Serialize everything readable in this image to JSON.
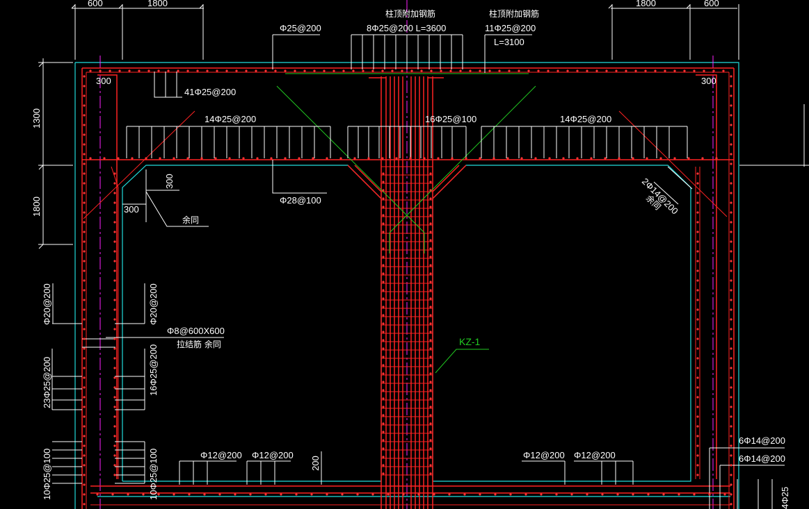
{
  "drawing": {
    "dimensions": {
      "top_left_600": "600",
      "top_left_1800": "1800",
      "top_right_1800": "1800",
      "top_right_600": "600",
      "left_1300": "1300",
      "left_1800": "1800",
      "cover_300_left": "300",
      "cover_300_right": "300",
      "haunch_300_v": "300",
      "haunch_300_h": "300",
      "slab_200": "200"
    },
    "notes": {
      "col_top_add_bar_1": "柱顶附加钢筋",
      "col_top_add_bar_2": "柱顶附加钢筋",
      "top_main": "Φ25@200",
      "top_center": "8Φ25@200 L=3600",
      "top_right_a": "11Φ25@200",
      "top_right_b": "L=3100",
      "top_41": "41Φ25@200",
      "mid_left": "14Φ25@200",
      "mid_center": "16Φ25@100",
      "mid_right": "14Φ25@200",
      "haunch_bar": "Φ28@100",
      "haunch_same": "余同",
      "diag_label": "2Φ14@200",
      "diag_same": "余同",
      "wall_left_a": "Φ20@200",
      "wall_left_b": "Φ20@200",
      "tie_bar": "Φ8@600X600",
      "tie_bar_note": "拉结筋 余同",
      "wall_23": "23Φ25@200",
      "wall_16": "16Φ25@200",
      "wall_10a": "10Φ25@100",
      "wall_10b": "10Φ25@100",
      "bottom_1": "Φ12@200",
      "bottom_2": "Φ12@200",
      "bottom_3": "Φ12@200",
      "bottom_4": "Φ12@200",
      "right_6a": "6Φ14@200",
      "right_6b": "6Φ14@200",
      "right_edge": "4Φ25",
      "column_tag": "KZ-1"
    },
    "colors": {
      "background": "#000000",
      "rebar": "#ff2222",
      "outline": "#22dddd",
      "centerline": "#ff22ff",
      "leader_green": "#22cc22",
      "text": "#ffffff"
    }
  }
}
